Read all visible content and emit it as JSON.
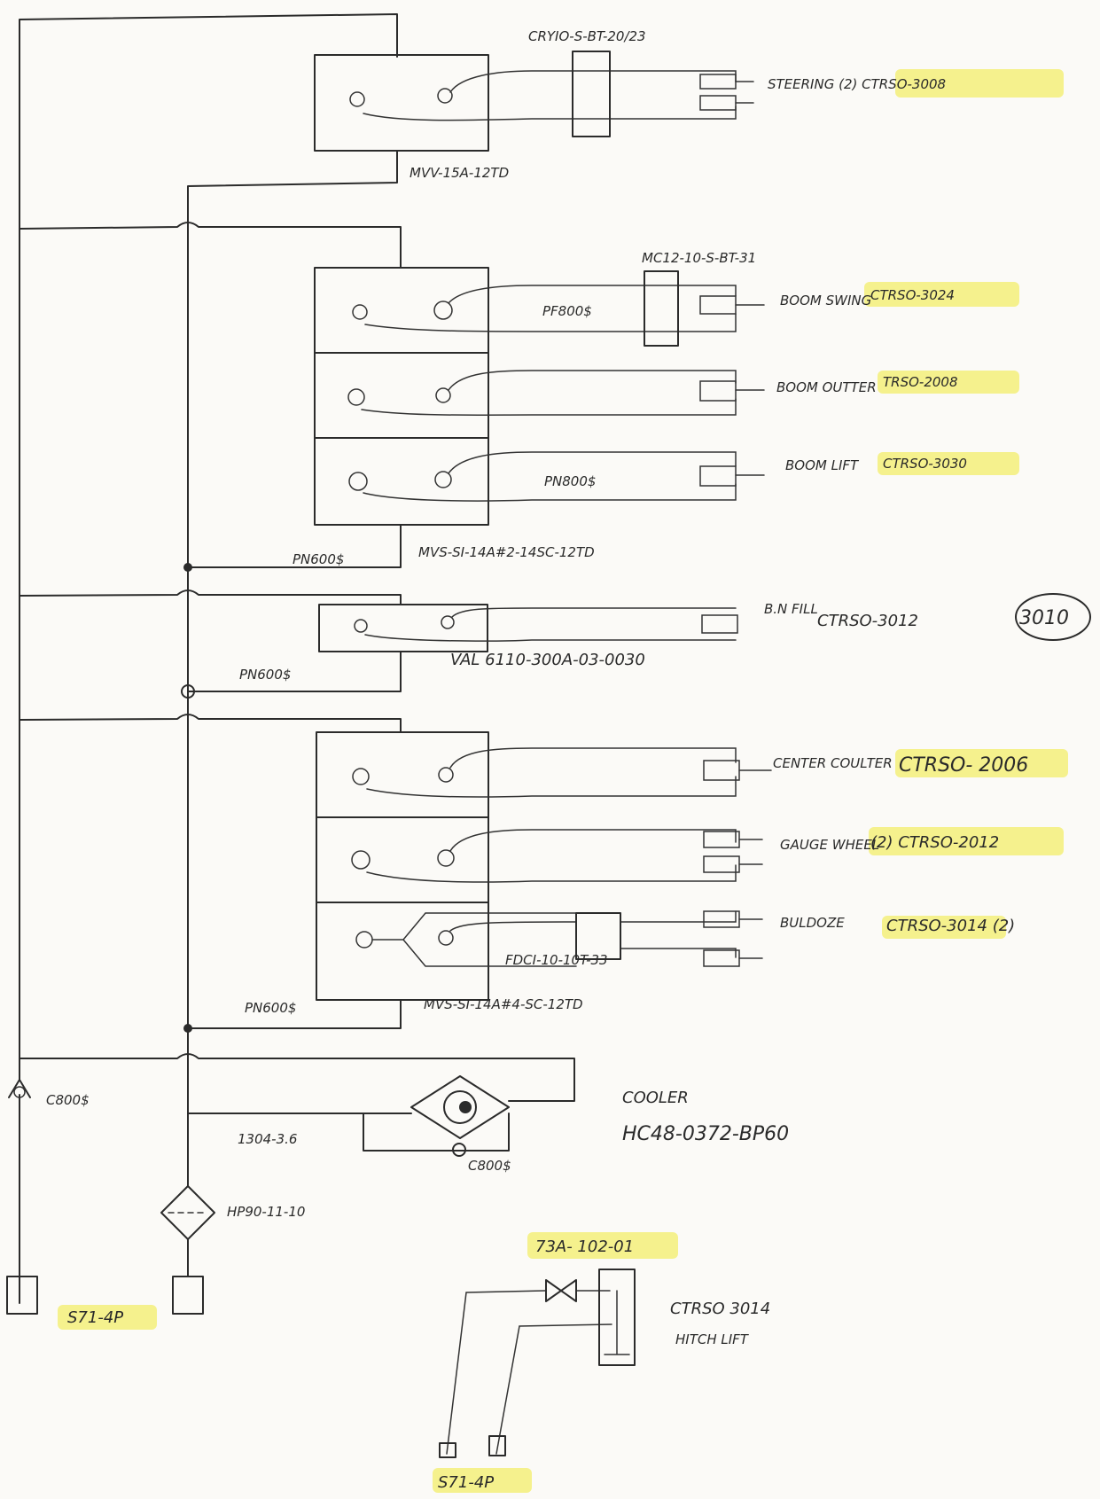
{
  "labels": {
    "cryio": "CRYIO-S-BT-20/23",
    "steering": "STEERING (2) CTRSO-3008",
    "mvv15a": "MVV-15A-12TD",
    "mc12": "MC12-10-S-BT-31",
    "pf800a": "PF800$",
    "boom_swing": "BOOM SWING",
    "ctrso3024": "CTRSO-3024",
    "boom_outer": "BOOM OUTTER",
    "trso2008": "TRSO-2008",
    "pn800": "PN800$",
    "boom_lift": "BOOM LIFT",
    "ctrso3030": "CTRSO-3030",
    "pn600_1": "PN600$",
    "mvs_2": "MVS-SI-14A#2-14SC-12TD",
    "bin_fill": "B.N FILL",
    "ctrso3012": "CTRSO-3012",
    "circled": "3010",
    "pn600_2": "PN600$",
    "val": "VAL 6110-300A-03-0030",
    "center_coulter": "CENTER COULTER",
    "ctrso2006": "CTRSO- 2006",
    "gauge_wheel": "GAUGE WHEEL",
    "ctrso2012": "(2) CTRSO-2012",
    "fdci": "FDCI-10-10T-33",
    "bulldoze": "BULDOZE",
    "ctrso3014_2": "CTRSO-3014 (2)",
    "pn600_3": "PN600$",
    "mvs_4": "MVS-SI-14A#4-SC-12TD",
    "c800_left": "C800$",
    "cooler": "COOLER",
    "cooler_pn": "HC48-0372-BP60",
    "r1304": "1304-3.6",
    "c800_right": "C800$",
    "filter": "HP90-11-10",
    "s71_left": "S71-4P",
    "t73a": "73A- 102-01",
    "hitch_pn": "CTRSO 3014",
    "hitch_lift": "HITCH LIFT",
    "s71_bottom": "S71-4P"
  },
  "colors": {
    "ink": "#2b2b2b",
    "highlight": "#f3ee6a",
    "paper": "#fbfaf7"
  }
}
